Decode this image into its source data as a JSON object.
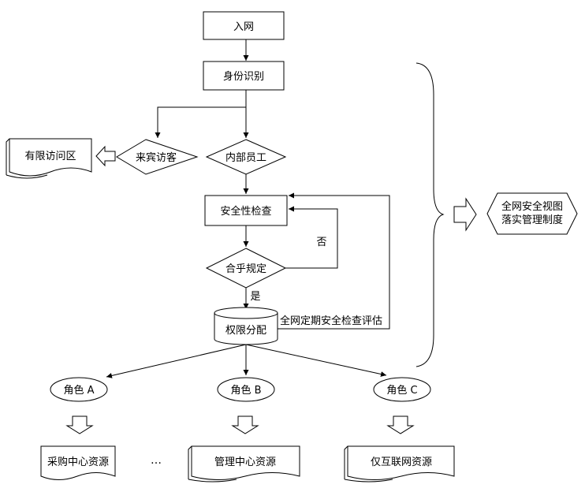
{
  "nodes": {
    "enter_network": "入网",
    "identity_check": "身份识别",
    "visitor": "来宾访客",
    "employee": "内部员工",
    "limited_zone": "有限访问区",
    "security_check": "安全性检查",
    "compliant": "合乎规定",
    "no_label": "否",
    "yes_label": "是",
    "permission": "权限分配",
    "periodic_eval": "全网定期安全检查评估",
    "role_a": "角色 A",
    "role_b": "角色 B",
    "role_c": "角色 C",
    "res_procurement": "采购中心资源",
    "ellipsis": "…",
    "res_management": "管理中心资源",
    "res_internet": "仅互联网资源",
    "result_line1": "全网安全视图",
    "result_line2": "落实管理制度"
  }
}
